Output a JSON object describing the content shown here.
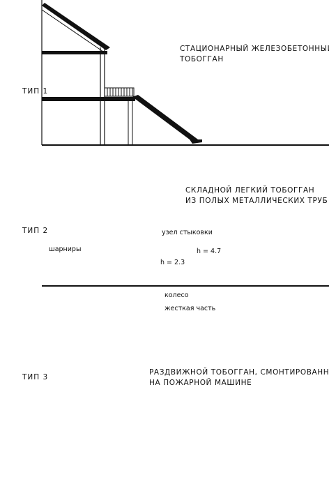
{
  "panels": [
    {
      "type_label": "ТИП 1",
      "caption_line1": "СТАЦИОНАРНЫЙ ЖЕЛЕЗОБЕТОННЫЙ",
      "caption_line2": "ТОБОГГАН"
    },
    {
      "type_label": "ТИП 2",
      "caption_line1": "СКЛАДНОЙ ЛЕГКИЙ ТОБОГГАН",
      "caption_line2": "ИЗ ПОЛЫХ МЕТАЛЛИЧЕСКИХ ТРУБ"
    },
    {
      "type_label": "ТИП 3",
      "caption_line1": "РАЗДВИЖНОЙ ТОБОГГАН, СМОНТИРОВАННЫЙ",
      "caption_line2": "НА ПОЖАРНОЙ МАШИНЕ"
    }
  ],
  "annotations": {
    "joint": "узел стыковки",
    "hinges": "шарниры",
    "h_large": "h = 4.7",
    "h_small": "h = 2.3",
    "wheel": "колесо",
    "rigid": "жесткая часть"
  }
}
